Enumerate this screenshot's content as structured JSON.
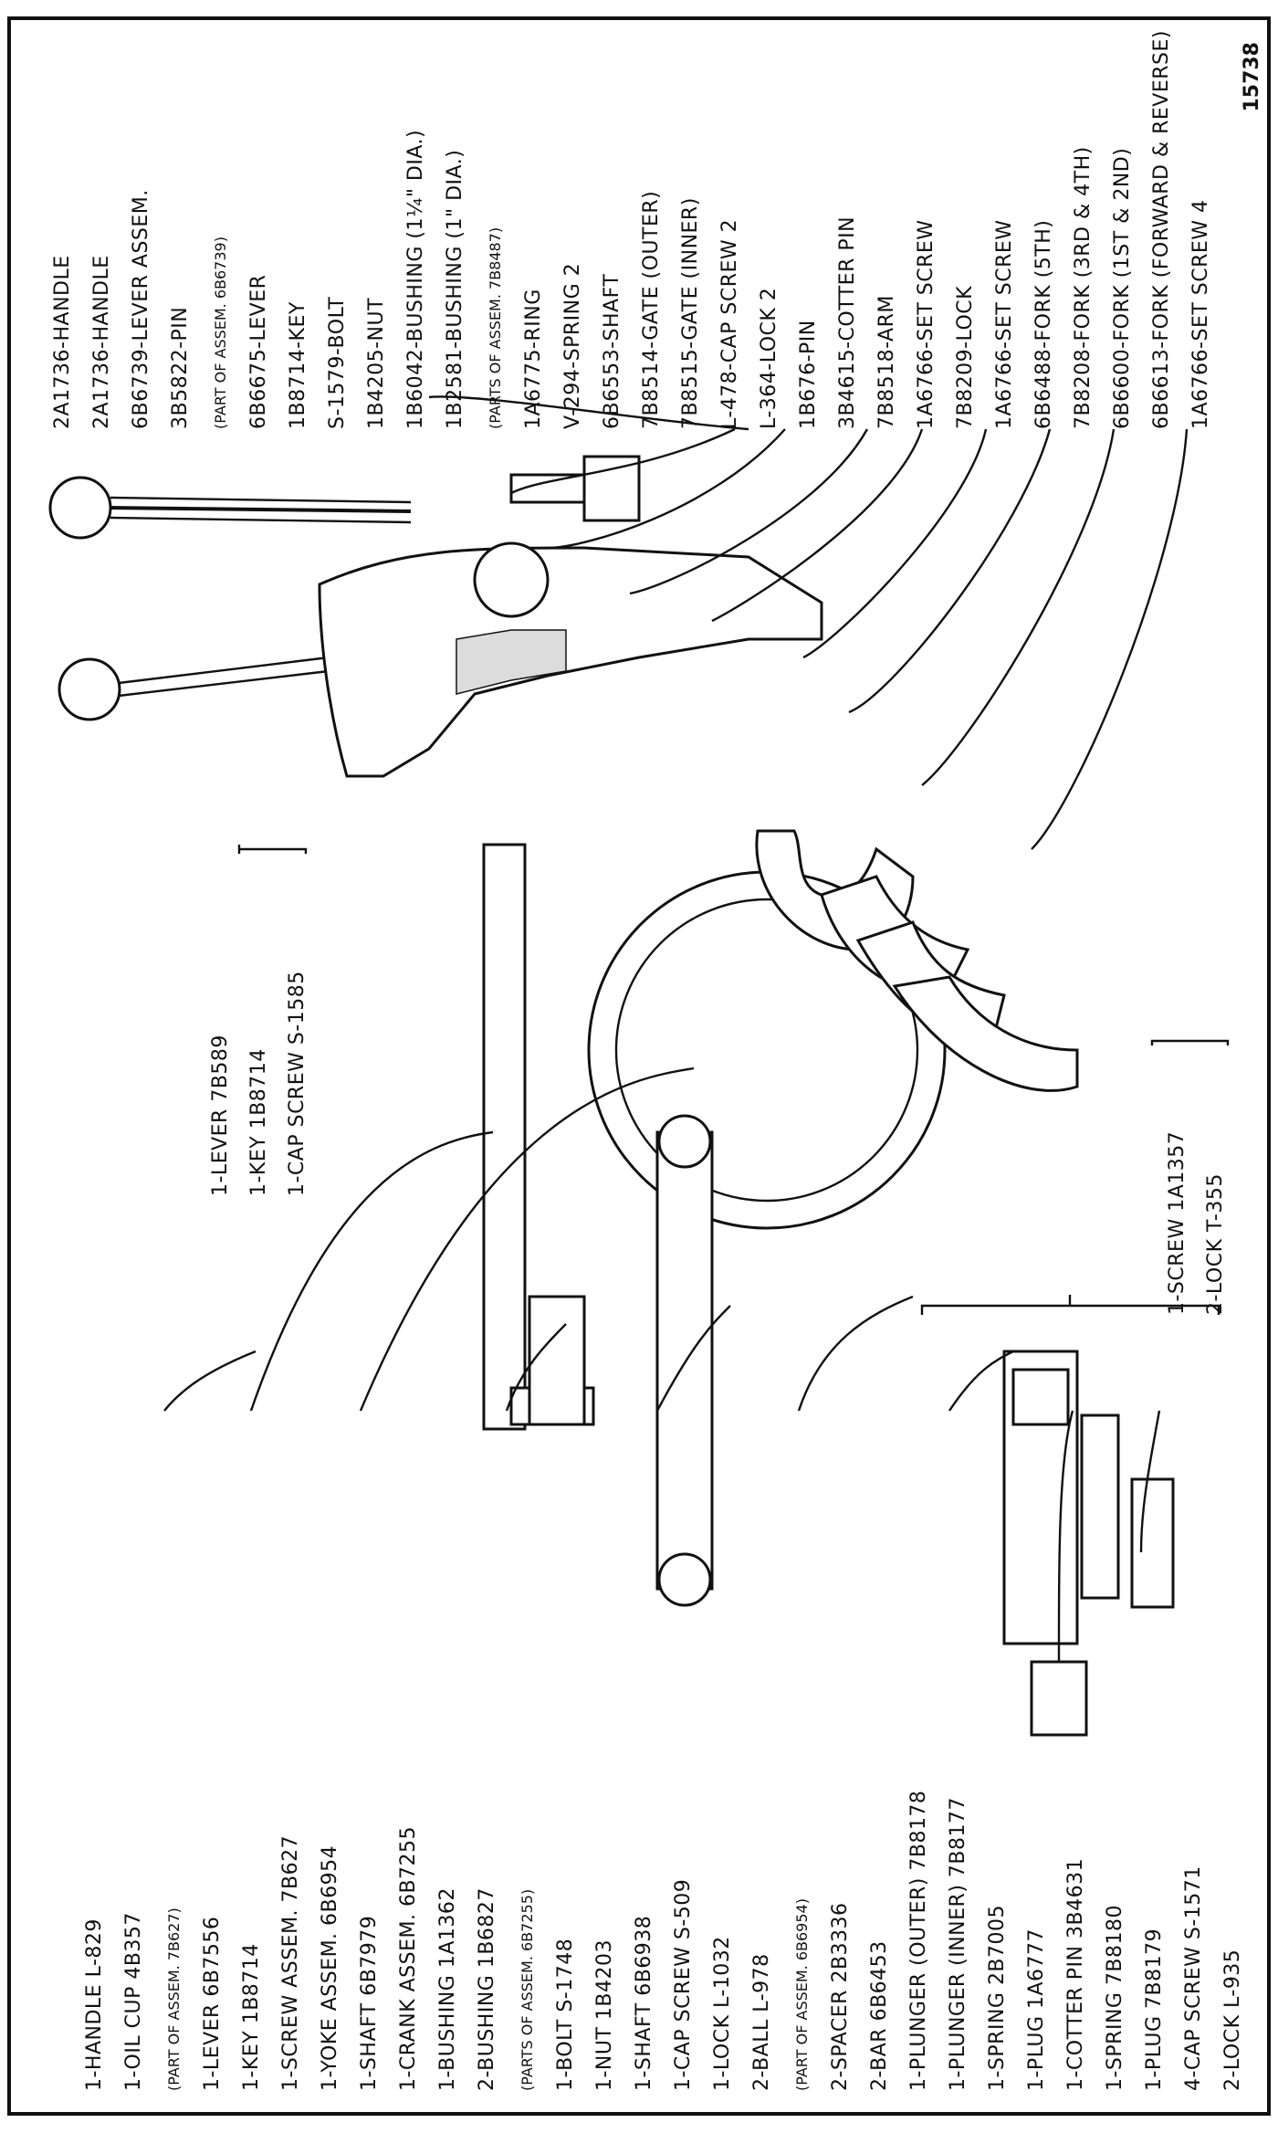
{
  "figure_number": "15738",
  "top_labels": [
    "2A1736-HANDLE",
    "2A1736-HANDLE",
    "6B6739-LEVER ASSEM.",
    "3B5822-PIN",
    "(PART OF ASSEM. 6B6739)",
    "6B6675-LEVER",
    "1B8714-KEY",
    "S-1579-BOLT",
    "1B4205-NUT",
    "1B6042-BUSHING (1¼\" DIA.)",
    "1B2581-BUSHING (1\" DIA.)",
    "(PARTS OF ASSEM. 7B8487)",
    "1A6775-RING",
    "V-294-SPRING 2",
    "6B6553-SHAFT",
    "7B8514-GATE (OUTER)",
    "7B8515-GATE (INNER)",
    "L-478-CAP SCREW 2",
    "L-364-LOCK 2",
    "1B676-PIN",
    "3B4615-COTTER PIN",
    "7B8518-ARM",
    "1A6766-SET SCREW",
    "7B8209-LOCK",
    "1A6766-SET SCREW",
    "6B6488-FORK (5TH)",
    "7B8208-FORK (3RD & 4TH)",
    "6B6600-FORK (1ST & 2ND)",
    "6B6613-FORK (FORWARD & REVERSE)",
    "1A6766-SET SCREW 4"
  ],
  "left_group": [
    "1-LEVER 7B589",
    "1-KEY 1B8714",
    "1-CAP SCREW S-1585"
  ],
  "bottom_labels": [
    "1-HANDLE L-829",
    "1-OIL CUP 4B357",
    "(PART OF ASSEM. 7B627)",
    "1-LEVER 6B7556",
    "1-KEY 1B8714",
    "1-SCREW ASSEM. 7B627",
    "1-YOKE ASSEM. 6B6954",
    "1-SHAFT 6B7979",
    "1-CRANK ASSEM. 6B7255",
    "1-BUSHING 1A1362",
    "2-BUSHING 1B6827",
    "(PARTS OF ASSEM. 6B7255)",
    "1-BOLT S-1748",
    "1-NUT 1B4203",
    "1-SHAFT 6B6938",
    "1-CAP SCREW S-509",
    "1-LOCK L-1032",
    "2-BALL L-978",
    "(PART OF ASSEM. 6B6954)",
    "2-SPACER 2B3336",
    "2-BAR 6B6453",
    "1-PLUNGER (OUTER) 7B8178",
    "1-PLUNGER (INNER) 7B8177",
    "1-SPRING 2B7005",
    "1-PLUG 1A6777",
    "1-COTTER PIN 3B4631",
    "1-SPRING 7B8180",
    "1-PLUG 7B8179",
    "4-CAP SCREW S-1571",
    "2-LOCK L-935"
  ],
  "right_group": [
    "1-SCREW 1A1357",
    "2-LOCK T-355"
  ]
}
